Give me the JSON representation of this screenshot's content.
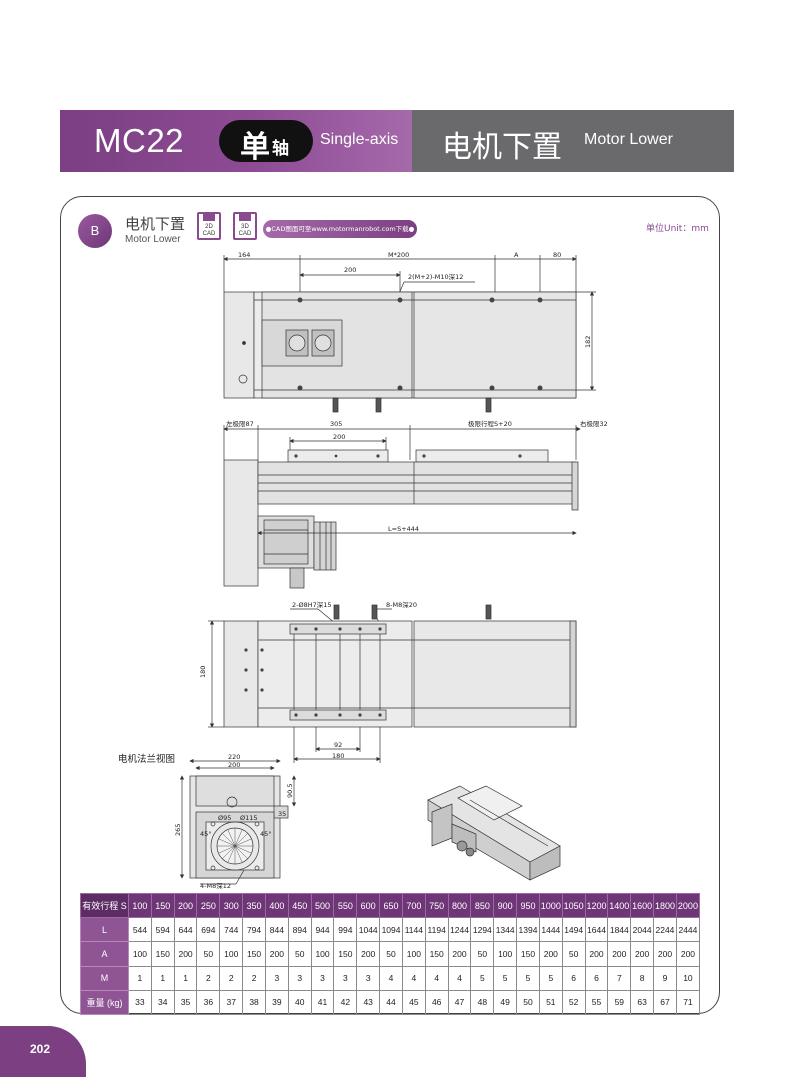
{
  "header": {
    "model": "MC22",
    "type_cn_main": "单",
    "type_cn_sub": "轴",
    "type_en": "Single-axis",
    "category_cn": "电机下置",
    "category_en": "Motor Lower"
  },
  "section": {
    "letter": "B",
    "title_cn": "电机下置",
    "title_en": "Motor Lower",
    "cad2d": [
      "2D",
      "CAD"
    ],
    "cad3d": [
      "3D",
      "CAD"
    ],
    "cad_download": "●CAD图面可至www.motormanrobot.com下载●",
    "unit": "单位Unit：mm"
  },
  "dims": {
    "d164": "164",
    "m200": "M*200",
    "a": "A",
    "d80": "80",
    "d200": "200",
    "hole_note": "2(M+2)-M10深12",
    "d182": "182",
    "left_limit": "左极限87",
    "d305": "305",
    "stroke_limit": "极限行程S+20",
    "right_limit": "右极限32",
    "length": "L=S+444",
    "pin_hole": "2-Ø8H7深15",
    "screw_hole": "8-M8深20",
    "d180v": "180",
    "d92": "92",
    "d180h": "180",
    "flange_title": "电机法兰视图",
    "d220": "220",
    "d200f": "200",
    "d90_5": "90.5",
    "d35": "35",
    "d265": "265",
    "phi95": "Ø95",
    "phi115": "Ø115",
    "deg45a": "45°",
    "deg45b": "45°",
    "flange_screw": "4-M8深12"
  },
  "table": {
    "labels": [
      "有效行程 S",
      "L",
      "A",
      "M",
      "重量 (kg)"
    ],
    "stroke": [
      "100",
      "150",
      "200",
      "250",
      "300",
      "350",
      "400",
      "450",
      "500",
      "550",
      "600",
      "650",
      "700",
      "750",
      "800",
      "850",
      "900",
      "950",
      "1000",
      "1050",
      "1200",
      "1400",
      "1600",
      "1800",
      "2000"
    ],
    "L": [
      "544",
      "594",
      "644",
      "694",
      "744",
      "794",
      "844",
      "894",
      "944",
      "994",
      "1044",
      "1094",
      "1144",
      "1194",
      "1244",
      "1294",
      "1344",
      "1394",
      "1444",
      "1494",
      "1644",
      "1844",
      "2044",
      "2244",
      "2444"
    ],
    "A": [
      "100",
      "150",
      "200",
      "50",
      "100",
      "150",
      "200",
      "50",
      "100",
      "150",
      "200",
      "50",
      "100",
      "150",
      "200",
      "50",
      "100",
      "150",
      "200",
      "50",
      "200",
      "200",
      "200",
      "200",
      "200"
    ],
    "M": [
      "1",
      "1",
      "1",
      "2",
      "2",
      "2",
      "3",
      "3",
      "3",
      "3",
      "3",
      "4",
      "4",
      "4",
      "4",
      "5",
      "5",
      "5",
      "5",
      "6",
      "6",
      "7",
      "8",
      "9",
      "10"
    ],
    "weight": [
      "33",
      "34",
      "35",
      "36",
      "37",
      "38",
      "39",
      "40",
      "41",
      "42",
      "43",
      "44",
      "45",
      "46",
      "47",
      "48",
      "49",
      "50",
      "51",
      "52",
      "55",
      "59",
      "63",
      "67",
      "71"
    ]
  },
  "page_number": "202"
}
